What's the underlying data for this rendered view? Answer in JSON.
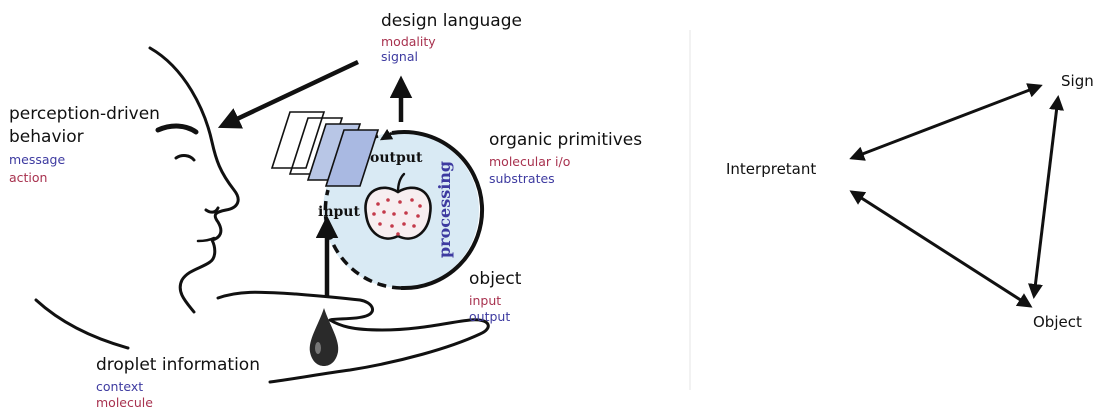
{
  "colors": {
    "accent_red": "#a8324f",
    "accent_blue": "#3d3aa0",
    "circle_fill": "#d9eaf4",
    "line": "#111111"
  },
  "left_diagram": {
    "design_language": {
      "title": "design language",
      "sub1": "modality",
      "sub2": "signal"
    },
    "perception": {
      "title_line1": "perception-driven",
      "title_line2": "behavior",
      "sub1": "message",
      "sub2": "action"
    },
    "organic": {
      "title": "organic primitives",
      "sub1": "molecular i/o",
      "sub2": "substrates"
    },
    "object": {
      "title": "object",
      "sub1": "input",
      "sub2": "output"
    },
    "droplet": {
      "title": "droplet information",
      "sub1": "context",
      "sub2": "molecule"
    },
    "inner": {
      "output": "output",
      "input": "input",
      "processing": "processing"
    },
    "icons": [
      "face-profile-icon",
      "hand-icon",
      "droplet-icon",
      "apple-icon",
      "signal-layers-icon"
    ]
  },
  "right_diagram": {
    "sign": "Sign",
    "interpretant": "Interpretant",
    "object": "Object"
  }
}
